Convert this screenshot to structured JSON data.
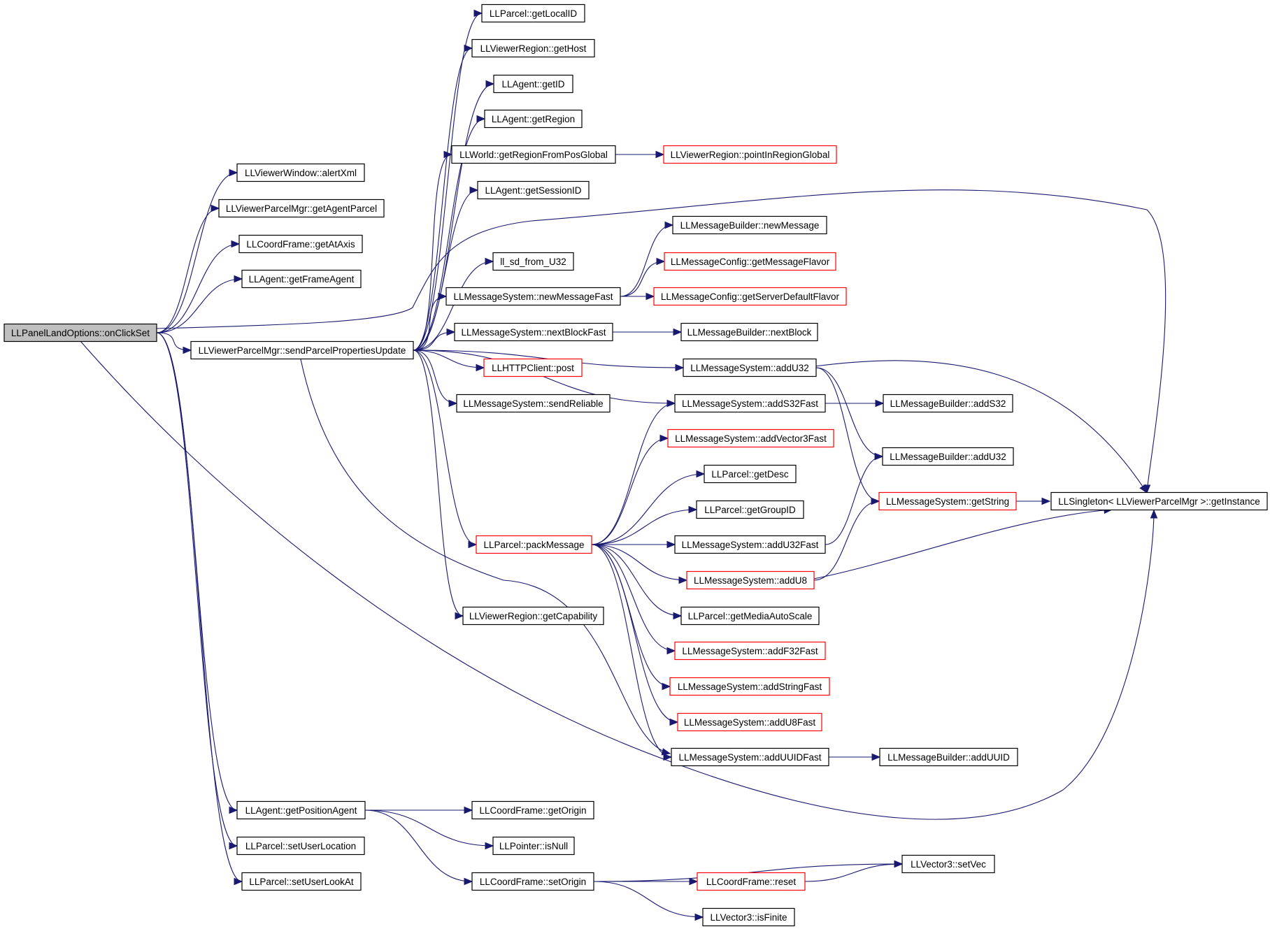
{
  "root": "LLPanelLandOptions::onClickSet",
  "nodes": {
    "root": "LLPanelLandOptions::onClickSet",
    "alertXml": "LLViewerWindow::alertXml",
    "getAgentParcel": "LLViewerParcelMgr::getAgentParcel",
    "getAtAxis": "LLCoordFrame::getAtAxis",
    "getFrameAgent": "LLAgent::getFrameAgent",
    "sendPPU": "LLViewerParcelMgr::sendParcelPropertiesUpdate",
    "getPositionAgent": "LLAgent::getPositionAgent",
    "setUserLocation": "LLParcel::setUserLocation",
    "setUserLookAt": "LLParcel::setUserLookAt",
    "getLocalID": "LLParcel::getLocalID",
    "getHost": "LLViewerRegion::getHost",
    "getID": "LLAgent::getID",
    "getRegion": "LLAgent::getRegion",
    "getRegionFromPosGlobal": "LLWorld::getRegionFromPosGlobal",
    "getSessionID": "LLAgent::getSessionID",
    "llsd": "ll_sd_from_U32",
    "newMessageFast": "LLMessageSystem::newMessageFast",
    "nextBlockFast": "LLMessageSystem::nextBlockFast",
    "post": "LLHTTPClient::post",
    "sendReliable": "LLMessageSystem::sendReliable",
    "packMessage": "LLParcel::packMessage",
    "getCapability": "LLViewerRegion::getCapability",
    "pointInRegionGlobal": "LLViewerRegion::pointInRegionGlobal",
    "newMessage": "LLMessageBuilder::newMessage",
    "getMessageFlavor": "LLMessageConfig::getMessageFlavor",
    "getServerDefaultFlavor": "LLMessageConfig::getServerDefaultFlavor",
    "nextBlock": "LLMessageBuilder::nextBlock",
    "addU32": "LLMessageSystem::addU32",
    "addS32Fast": "LLMessageSystem::addS32Fast",
    "addVector3Fast": "LLMessageSystem::addVector3Fast",
    "getDesc": "LLParcel::getDesc",
    "getGroupID": "LLParcel::getGroupID",
    "addU32Fast": "LLMessageSystem::addU32Fast",
    "addU8": "LLMessageSystem::addU8",
    "getMediaAutoScale": "LLParcel::getMediaAutoScale",
    "addF32Fast": "LLMessageSystem::addF32Fast",
    "addStringFast": "LLMessageSystem::addStringFast",
    "addU8Fast": "LLMessageSystem::addU8Fast",
    "addUUIDFast": "LLMessageSystem::addUUIDFast",
    "mbAddS32": "LLMessageBuilder::addS32",
    "mbAddU32": "LLMessageBuilder::addU32",
    "getString": "LLMessageSystem::getString",
    "getInstance": "LLSingleton< LLViewerParcelMgr >::getInstance",
    "mbAddUUID": "LLMessageBuilder::addUUID",
    "getOrigin": "LLCoordFrame::getOrigin",
    "isNull": "LLPointer::isNull",
    "setOrigin": "LLCoordFrame::setOrigin",
    "setVec": "LLVector3::setVec",
    "reset": "LLCoordFrame::reset",
    "isFinite": "LLVector3::isFinite"
  },
  "edges": [
    [
      "root",
      "alertXml"
    ],
    [
      "root",
      "getAgentParcel"
    ],
    [
      "root",
      "getAtAxis"
    ],
    [
      "root",
      "getFrameAgent"
    ],
    [
      "root",
      "sendPPU"
    ],
    [
      "root",
      "getPositionAgent"
    ],
    [
      "root",
      "setUserLocation"
    ],
    [
      "root",
      "setUserLookAt"
    ],
    [
      "root",
      "getInstance"
    ],
    [
      "root",
      "getInstance"
    ],
    [
      "sendPPU",
      "getLocalID"
    ],
    [
      "sendPPU",
      "getHost"
    ],
    [
      "sendPPU",
      "getID"
    ],
    [
      "sendPPU",
      "getRegion"
    ],
    [
      "sendPPU",
      "getRegionFromPosGlobal"
    ],
    [
      "sendPPU",
      "getSessionID"
    ],
    [
      "sendPPU",
      "llsd"
    ],
    [
      "sendPPU",
      "newMessageFast"
    ],
    [
      "sendPPU",
      "nextBlockFast"
    ],
    [
      "sendPPU",
      "post"
    ],
    [
      "sendPPU",
      "sendReliable"
    ],
    [
      "sendPPU",
      "packMessage"
    ],
    [
      "sendPPU",
      "getCapability"
    ],
    [
      "sendPPU",
      "addU32"
    ],
    [
      "sendPPU",
      "addS32Fast"
    ],
    [
      "sendPPU",
      "addUUIDFast"
    ],
    [
      "getRegionFromPosGlobal",
      "pointInRegionGlobal"
    ],
    [
      "newMessageFast",
      "newMessage"
    ],
    [
      "newMessageFast",
      "getMessageFlavor"
    ],
    [
      "newMessageFast",
      "getServerDefaultFlavor"
    ],
    [
      "nextBlockFast",
      "nextBlock"
    ],
    [
      "packMessage",
      "addS32Fast"
    ],
    [
      "packMessage",
      "addVector3Fast"
    ],
    [
      "packMessage",
      "getDesc"
    ],
    [
      "packMessage",
      "getGroupID"
    ],
    [
      "packMessage",
      "addU32Fast"
    ],
    [
      "packMessage",
      "addU8"
    ],
    [
      "packMessage",
      "getMediaAutoScale"
    ],
    [
      "packMessage",
      "addF32Fast"
    ],
    [
      "packMessage",
      "addStringFast"
    ],
    [
      "packMessage",
      "addU8Fast"
    ],
    [
      "packMessage",
      "addUUIDFast"
    ],
    [
      "addU32",
      "mbAddU32"
    ],
    [
      "addU32",
      "getString"
    ],
    [
      "addU32",
      "getInstance"
    ],
    [
      "addS32Fast",
      "mbAddS32"
    ],
    [
      "addU32Fast",
      "mbAddU32"
    ],
    [
      "addU8",
      "getString"
    ],
    [
      "addU8",
      "getInstance"
    ],
    [
      "getString",
      "getInstance"
    ],
    [
      "addUUIDFast",
      "mbAddUUID"
    ],
    [
      "getPositionAgent",
      "getOrigin"
    ],
    [
      "getPositionAgent",
      "isNull"
    ],
    [
      "getPositionAgent",
      "setOrigin"
    ],
    [
      "setOrigin",
      "setVec"
    ],
    [
      "setOrigin",
      "reset"
    ],
    [
      "setOrigin",
      "isFinite"
    ],
    [
      "reset",
      "setVec"
    ]
  ],
  "colors": {
    "edge": "#191970",
    "node_border": "#000000",
    "node_border_incomplete": "#ff0000",
    "root_fill": "#bfbfbf"
  },
  "incomplete_nodes": [
    "pointInRegionGlobal",
    "getMessageFlavor",
    "getServerDefaultFlavor",
    "post",
    "packMessage",
    "addVector3Fast",
    "addU8",
    "addF32Fast",
    "addStringFast",
    "addU8Fast",
    "getString",
    "reset"
  ]
}
